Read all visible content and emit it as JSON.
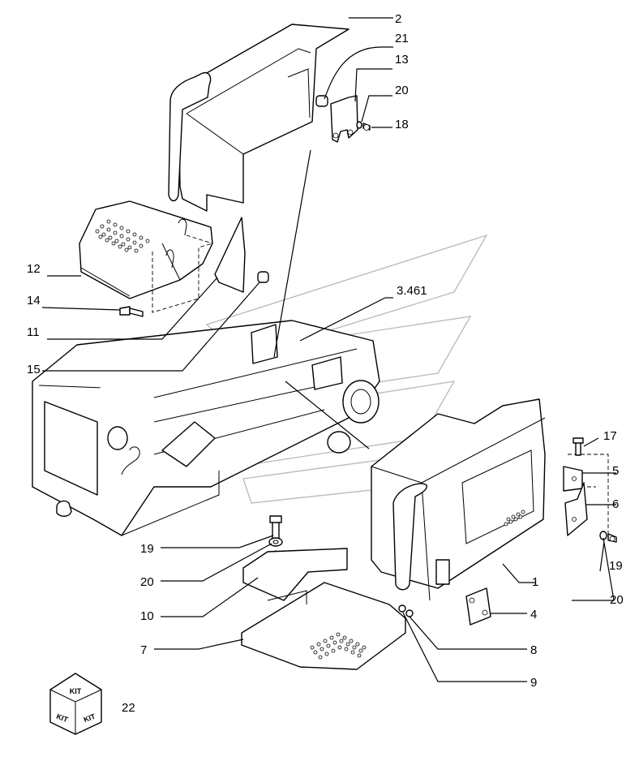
{
  "labels": {
    "l2": "2",
    "l21": "21",
    "l13": "13",
    "l20a": "20",
    "l18": "18",
    "l12": "12",
    "l14": "14",
    "l11": "11",
    "l3461": "3.461",
    "l15": "15",
    "l17": "17",
    "l5": "5",
    "l6": "6",
    "l19a": "19",
    "l1": "1",
    "l19b": "19",
    "l20b": "20",
    "l20c": "20",
    "l10": "10",
    "l4": "4",
    "l7": "7",
    "l8": "8",
    "l9": "9",
    "l22": "22"
  },
  "kit_box": {
    "top": "KIT",
    "left": "KIT",
    "right": "KIT"
  }
}
